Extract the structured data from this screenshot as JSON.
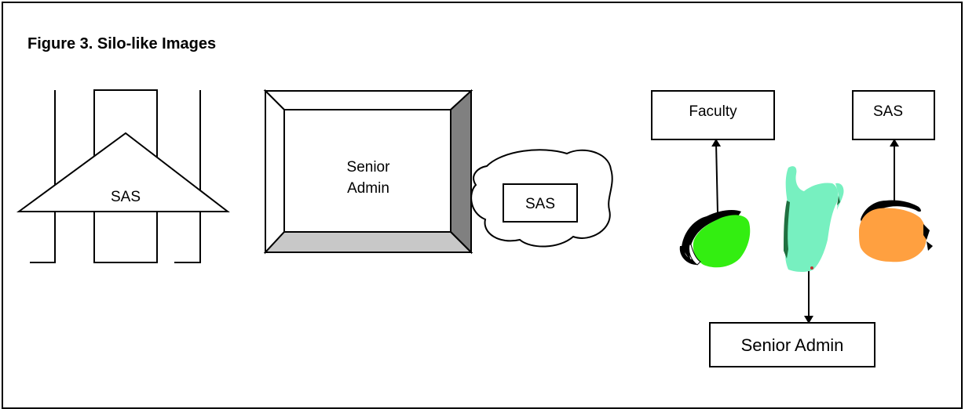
{
  "figure": {
    "caption": "Figure 3. Silo-like Images"
  },
  "silo_diagram": {
    "roof_label": "SAS"
  },
  "box_diagram": {
    "frame_label_line1": "Senior",
    "frame_label_line2": "Admin",
    "cloud_label": "SAS"
  },
  "island_diagram": {
    "top_left_label": "Faculty",
    "top_right_label": "SAS",
    "bottom_label": "Senior Admin"
  },
  "colors": {
    "blob_left": "#33ee11",
    "blob_middle": "#77f0c0",
    "blob_right": "#ffa040",
    "frame_bevel_dark": "#808080",
    "frame_bevel_light": "#c8c8c8"
  }
}
